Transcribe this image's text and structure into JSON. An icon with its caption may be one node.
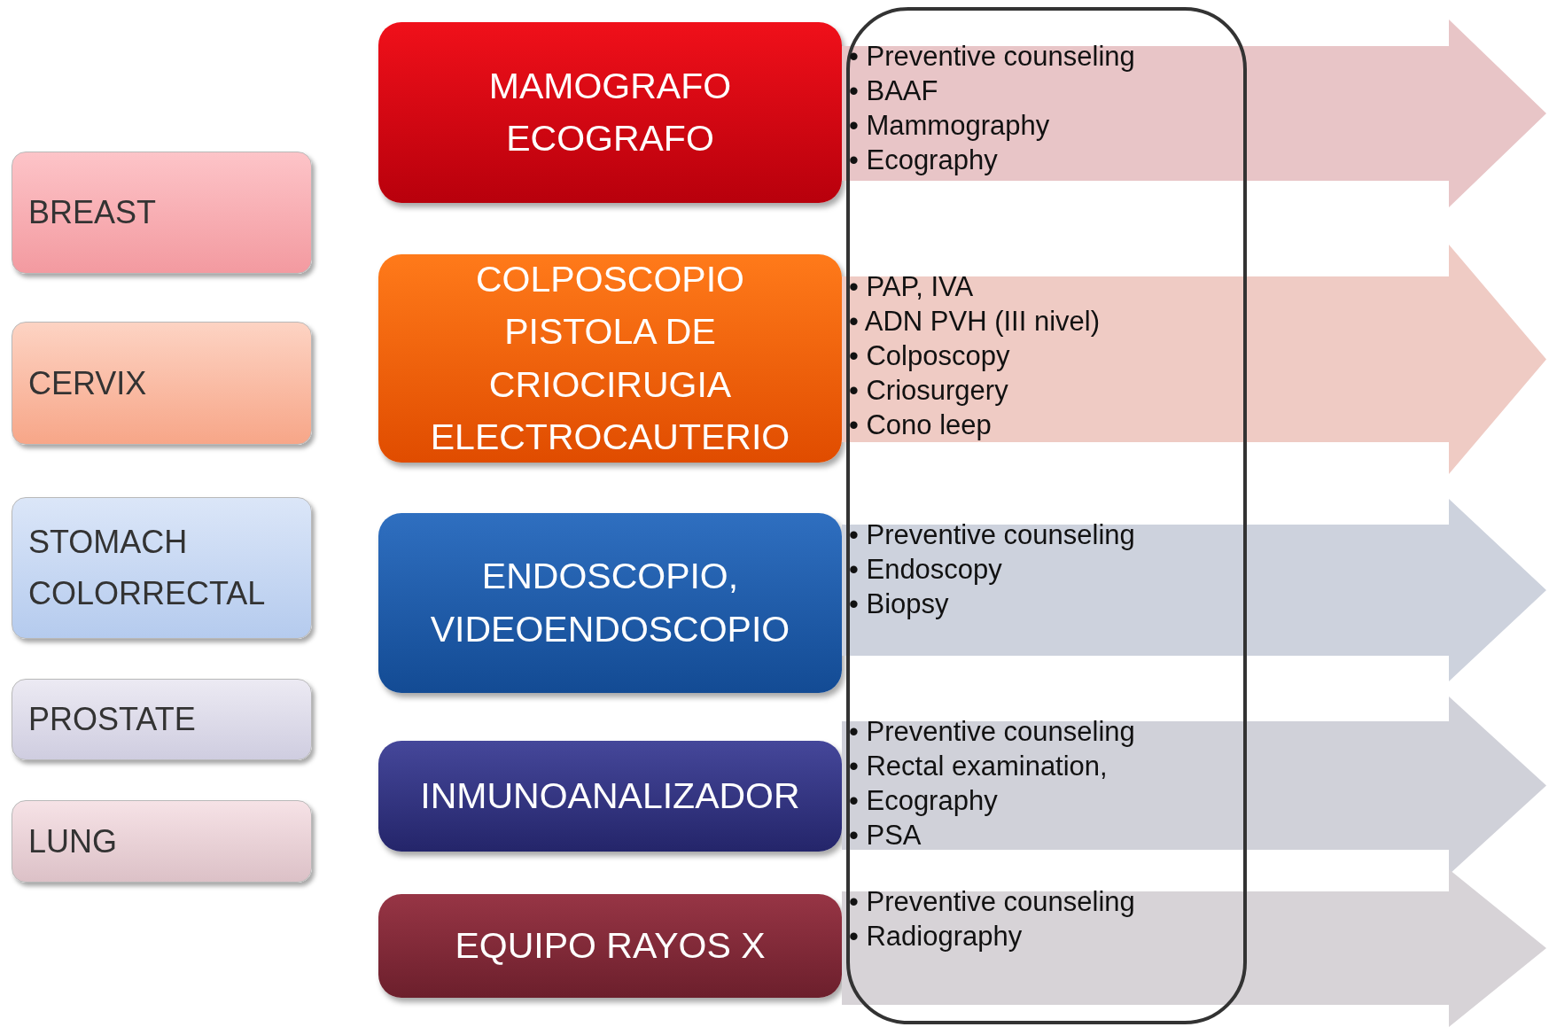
{
  "diagram": {
    "nodes": [
      {
        "text": [
          "BREAST"
        ]
      },
      {
        "text": [
          "CERVIX"
        ]
      },
      {
        "text": [
          "STOMACH",
          "COLORRECTAL"
        ]
      },
      {
        "text": [
          "PROSTATE"
        ]
      },
      {
        "text": [
          "LUNG"
        ]
      },
      {
        "text": [
          "MAMOGRAFO",
          "ECOGRAFO"
        ]
      },
      {
        "text": [
          "COLPOSCOPIO",
          "PISTOLA DE CRIOCIRUGIA",
          "ELECTROCAUTERIO"
        ]
      },
      {
        "text": [
          "ENDOSCOPIO, VIDEOENDOSCOPIO"
        ]
      },
      {
        "text": [
          "INMUNOANALIZADOR"
        ]
      },
      {
        "text": [
          "EQUIPO RAYOS X"
        ]
      },
      {
        "text": [],
        "shape": "box"
      },
      {
        "text": [
          "• Preventive counseling",
          "• BAAF",
          "• Mammography",
          "• Ecography"
        ]
      },
      {
        "text": [
          "• PAP, IVA",
          "• ADN PVH (III nivel)",
          "• Colposcopy",
          "• Criosurgery",
          "• Cono leep"
        ]
      },
      {
        "text": [
          "• Preventive counseling",
          "• Endoscopy",
          "• Biopsy"
        ]
      },
      {
        "text": [
          "• Preventive counseling",
          "• Rectal examination,",
          "• Ecography",
          "• PSA"
        ]
      },
      {
        "text": [
          "• Preventive counseling",
          "• Radiography"
        ]
      }
    ]
  }
}
